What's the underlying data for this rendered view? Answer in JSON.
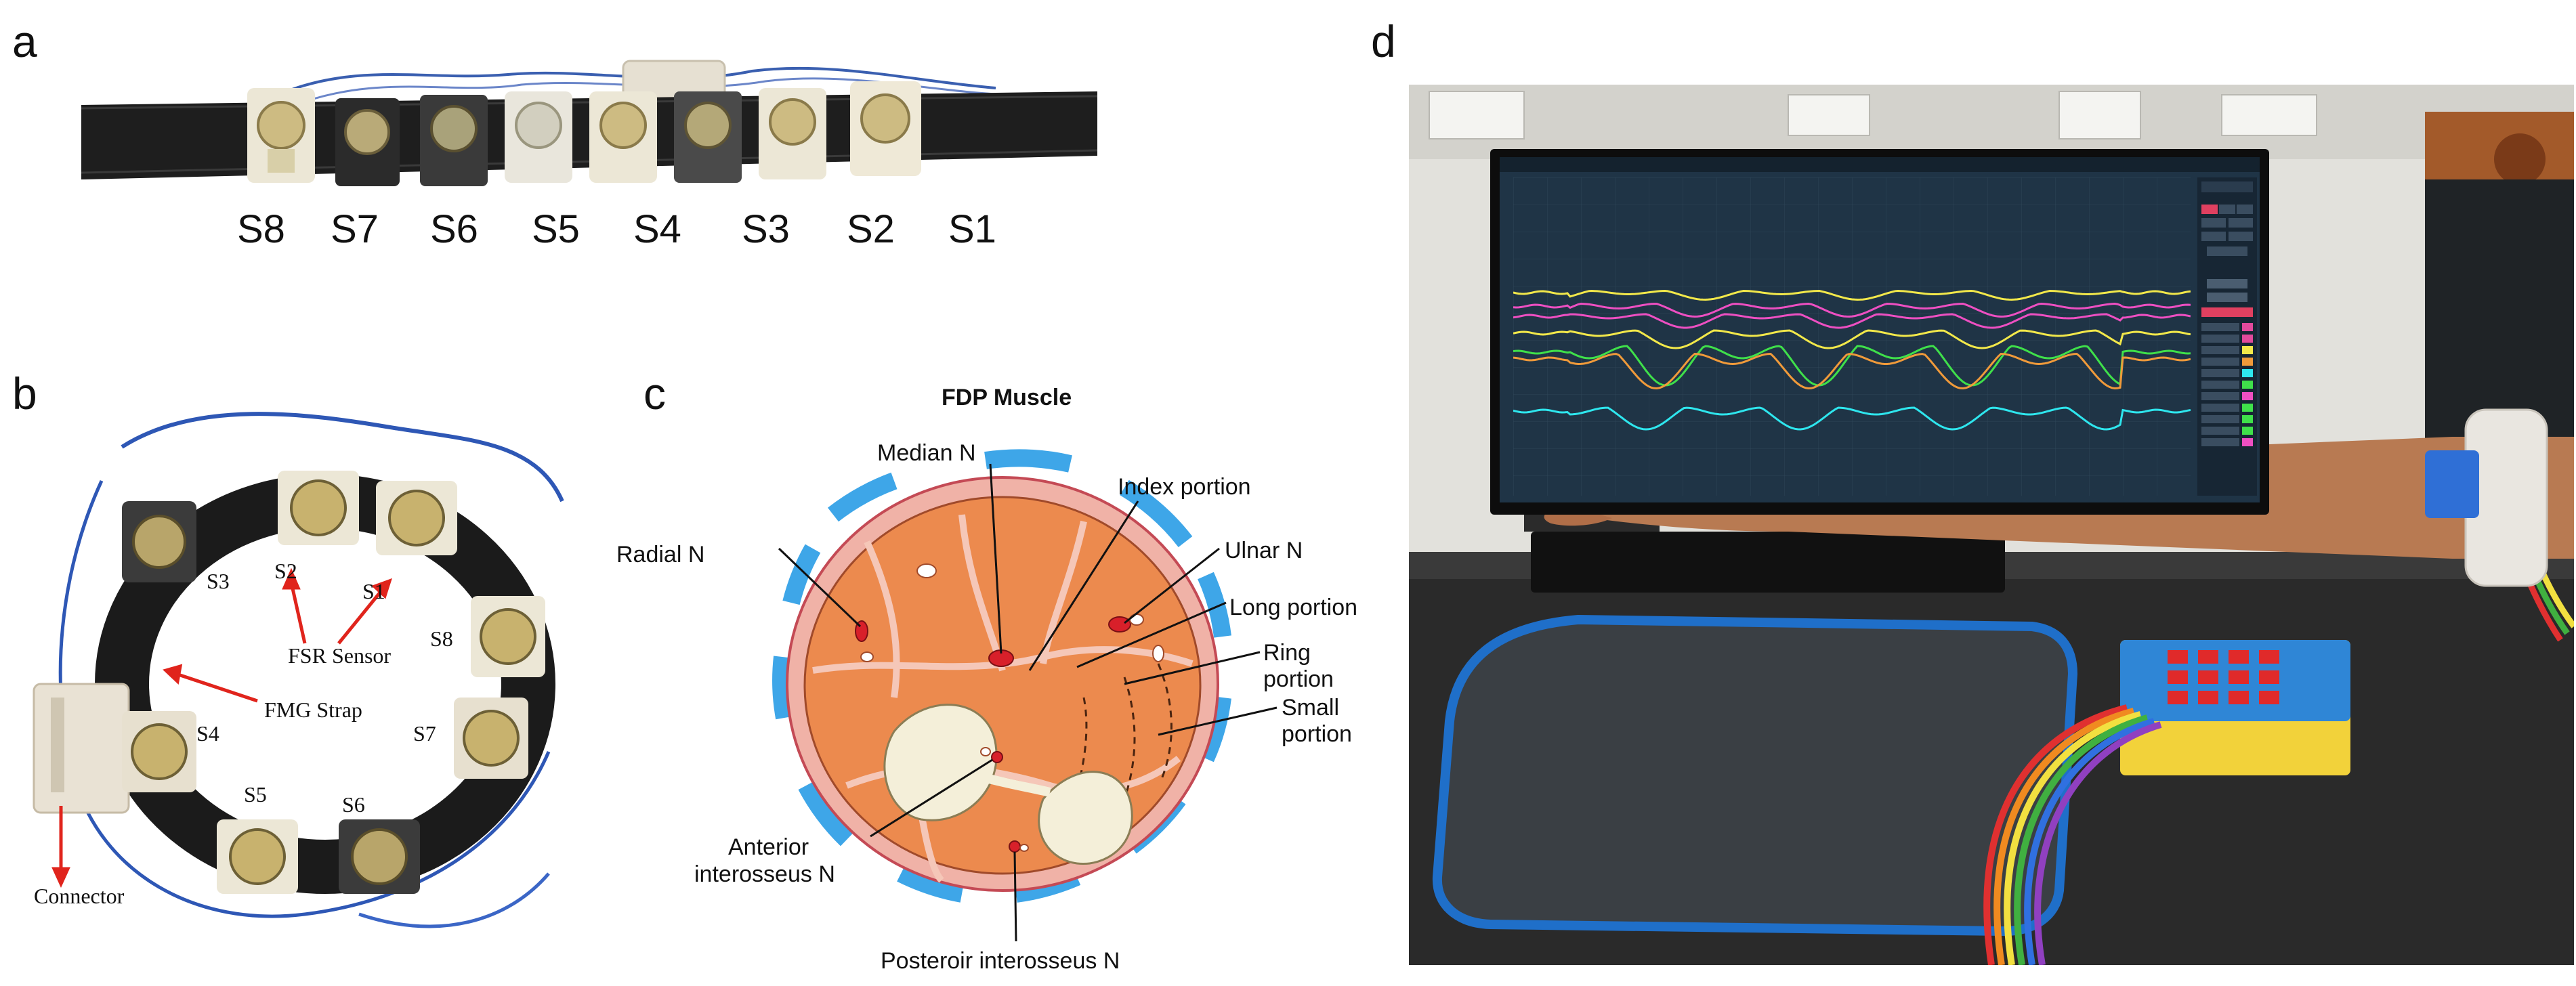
{
  "panels": {
    "a": {
      "letter": "a",
      "sensor_labels": [
        "S8",
        "S7",
        "S6",
        "S5",
        "S4",
        "S3",
        "S2",
        "S1"
      ]
    },
    "b": {
      "letter": "b",
      "sensor_labels": [
        "S1",
        "S2",
        "S3",
        "S4",
        "S5",
        "S6",
        "S7",
        "S8"
      ],
      "annotations": {
        "fsr_sensor": "FSR Sensor",
        "fmg_strap": "FMG Strap",
        "connector": "Connector"
      }
    },
    "c": {
      "letter": "c",
      "title": "FDP Muscle",
      "labels": {
        "median": "Median N",
        "index": "Index portion",
        "radial": "Radial N",
        "ulnar": "Ulnar N",
        "long": "Long portion",
        "ring": "Ring portion",
        "small": "Small portion",
        "anterior_1": "Anterior",
        "anterior_2": "interosseus N",
        "posterior": "Posteroir interosseus N"
      }
    },
    "d": {
      "letter": "d"
    }
  },
  "colors": {
    "strap": "#1e1e1e",
    "sensor_housing": "#e9e4d4",
    "fsr_disc": "#c9b57a",
    "muscle": "#ec8a4e",
    "skin_ring": "#f0b2a7",
    "fascia": "#3ea6e8",
    "bone": "#f4efd9",
    "nerve": "#d8202a",
    "monitor_bg": "#1f3446",
    "trace_yellow": "#f2e84a",
    "trace_magenta": "#ee4fc2",
    "trace_green": "#3fe04a",
    "trace_cyan": "#2ee6ee",
    "trace_orange": "#f09a3a"
  }
}
